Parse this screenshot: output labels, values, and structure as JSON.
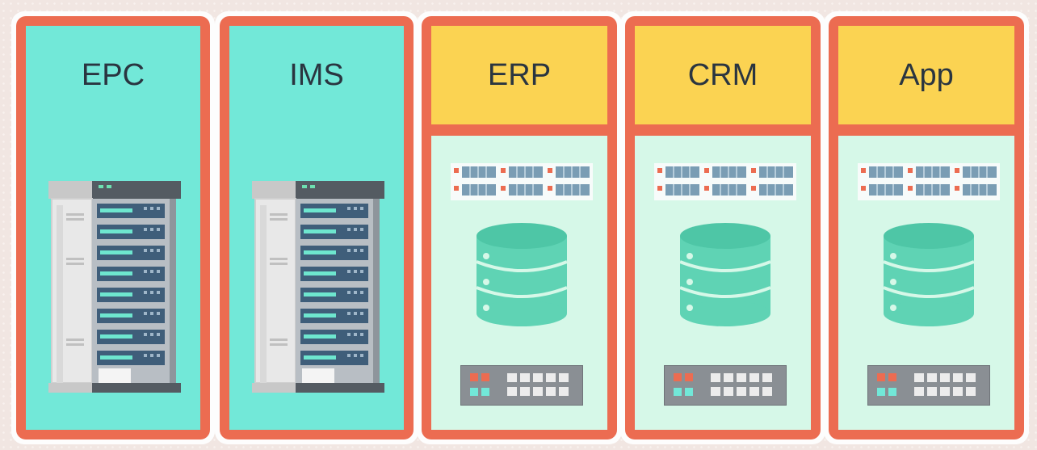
{
  "panels": [
    {
      "id": "epc",
      "title": "EPC",
      "kind": "server"
    },
    {
      "id": "ims",
      "title": "IMS",
      "kind": "server"
    },
    {
      "id": "erp",
      "title": "ERP",
      "kind": "storage"
    },
    {
      "id": "crm",
      "title": "CRM",
      "kind": "storage"
    },
    {
      "id": "app",
      "title": "App",
      "kind": "storage"
    }
  ],
  "colors": {
    "frame": "#ec6c51",
    "teal": "#72e8d8",
    "yellow": "#fbd352",
    "mint": "#d6f8e8",
    "database": "#5fd3b4"
  },
  "icons": {
    "server": "server-rack-icon",
    "database": "database-icon",
    "disk_array": "disk-array-icon",
    "switch": "network-switch-icon"
  }
}
